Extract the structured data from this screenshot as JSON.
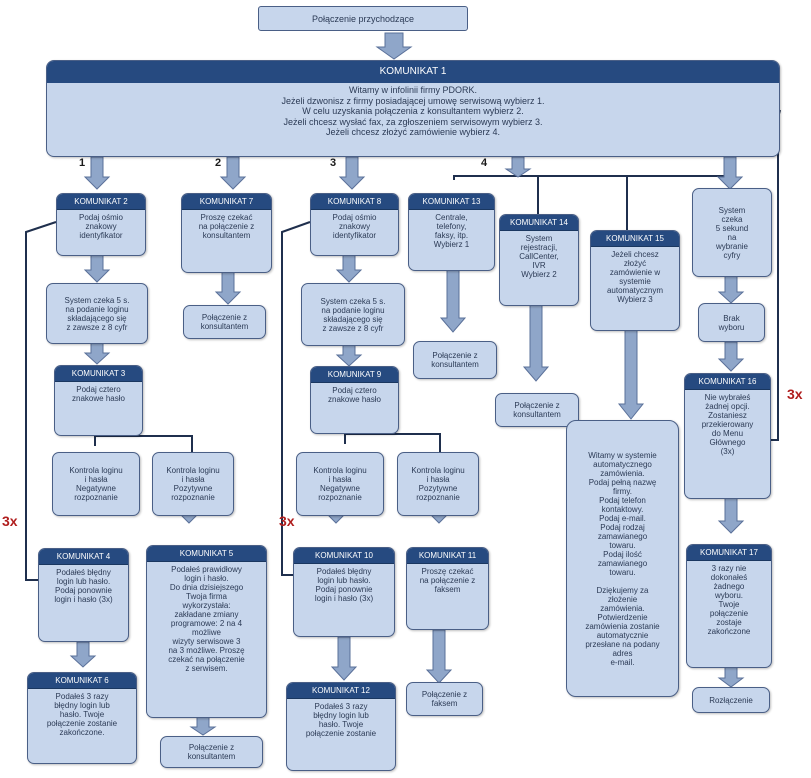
{
  "top": "Połączenie przychodzące",
  "k1": {
    "title": "KOMUNIKAT 1",
    "text": "Witamy w infolinii firmy PDORK.\nJeżeli dzwonisz z firmy posiadającej umowę serwisową wybierz 1.\nW celu uzyskania połączenia z konsultantem wybierz 2.\nJeżeli chcesz wysłać fax, za zgłoszeniem serwisowym wybierz 3.\nJeżeli chcesz złożyć zamówienie wybierz 4."
  },
  "branch_labels": [
    "1",
    "2",
    "3",
    "4"
  ],
  "repeat_labels": [
    "3x",
    "3x",
    "3x"
  ],
  "boxes": {
    "k2": {
      "title": "KOMUNIKAT 2",
      "text": "Podaj ośmio\nznakowy\nidentyfikator"
    },
    "k7": {
      "title": "KOMUNIKAT 7",
      "text": "Proszę czekać\nna połączenie z\nkonsultantem"
    },
    "k8": {
      "title": "KOMUNIKAT 8",
      "text": "Podaj ośmio\nznakowy\nidentyfikator"
    },
    "k13": {
      "title": "KOMUNIKAT 13",
      "text": "Centrale,\ntelefony,\nfaksy, itp.\nWybierz 1"
    },
    "k14": {
      "title": "KOMUNIKAT 14",
      "text": "System\nrejestracji,\nCallCenter,\nIVR\nWybierz 2"
    },
    "k15": {
      "title": "KOMUNIKAT 15",
      "text": "Jeżeli chcesz\nzłożyć\nzamówienie w\nsystemie\nautomatycznym\nWybierz 3"
    },
    "wait5": {
      "text": "System\nczeka\n5 sekund\nna\nwybranie\ncyfry"
    },
    "sys1": {
      "text": "System czeka 5 s.\nna podanie loginu\nskładającego się\nz zawsze z 8 cyfr"
    },
    "pol_k7": {
      "text": "Połączenie z\nkonsultantem"
    },
    "sys2": {
      "text": "System czeka 5 s.\nna podanie loginu\nskładającego się\nz zawsze z 8 cyfr"
    },
    "pol_k13": {
      "text": "Połączenie z\nkonsultantem"
    },
    "pol_k14": {
      "text": "Połączenie z\nkonsultantem"
    },
    "brak": {
      "text": "Brak\nwyboru"
    },
    "k3": {
      "title": "KOMUNIKAT 3",
      "text": "Podaj cztero\nznakowe hasło"
    },
    "k9": {
      "title": "KOMUNIKAT 9",
      "text": "Podaj cztero\nznakowe hasło"
    },
    "k16": {
      "title": "KOMUNIKAT 16",
      "text": "Nie wybrałeś\nżadnej opcji.\nZostaniesz\nprzekierowany\ndo Menu\nGłównego\n(3x)"
    },
    "ctrl_bad1": {
      "text": "Kontrola loginu\ni hasła\nNegatywne\nrozpoznanie"
    },
    "ctrl_ok1": {
      "text": "Kontrola loginu\ni hasła\nPozytywne\nrozpoznanie"
    },
    "ctrl_bad2": {
      "text": "Kontrola loginu\ni hasła\nNegatywne\nrozpoznanie"
    },
    "ctrl_ok2": {
      "text": "Kontrola loginu\ni hasła\nPozytywne\nrozpoznanie"
    },
    "order": {
      "text": "Witamy w systemie\nautomatycznego\nzamówienia.\nPodaj pełną nazwę\nfirmy.\nPodaj telefon\nkontaktowy.\nPodaj e-mail.\nPodaj rodzaj\nzamawianego\ntowaru.\nPodaj ilość\nzamawianego\ntowaru.\n\nDziękujemy za\nzłożenie\nzamówienia.\nPotwierdzenie\nzamówienia zostanie\nautomatycznie\nprzesłane na podany\nadres\ne-mail."
    },
    "k4": {
      "title": "KOMUNIKAT 4",
      "text": "Podałeś błędny\nlogin lub hasło.\nPodaj ponownie\nlogin i hasło (3x)"
    },
    "k5": {
      "title": "KOMUNIKAT 5",
      "text": "Podałeś prawidłowy\nlogin i hasło.\nDo dnia dzisiejszego\nTwoja firma\nwykorzystała:\nzakładane zmiany\nprogramowe: 2 na 4\nmożliwe\nwizyty serwisowe 3\nna 3 możliwe. Proszę\nczekać na połączenie\nz serwisem."
    },
    "k10": {
      "title": "KOMUNIKAT 10",
      "text": "Podałeś błędny\nlogin lub hasło.\nPodaj ponownie\nlogin i hasło (3x)"
    },
    "k11": {
      "title": "KOMUNIKAT 11",
      "text": "Proszę czekać\nna połączenie z\nfaksem"
    },
    "k17": {
      "title": "KOMUNIKAT 17",
      "text": "3 razy nie\ndokonałeś\nżadnego\nwyboru.\nTwoje\npołączenie\nzostaje\nzakończone"
    },
    "k6": {
      "title": "KOMUNIKAT 6",
      "text": "Podałeś 3 razy\nbłędny login lub\nhasło. Twoje\npołączenie zostanie\nzakończone."
    },
    "pol_k5": {
      "text": "Połączenie z\nkonsultantem"
    },
    "k12": {
      "title": "KOMUNIKAT 12",
      "text": "Podałeś 3 razy\nbłędny login lub\nhasło. Twoje\npołączenie zostanie"
    },
    "pol_fax": {
      "text": "Połączenie z\nfaksem"
    },
    "rozlacz": {
      "text": "Rozłączenie"
    }
  }
}
